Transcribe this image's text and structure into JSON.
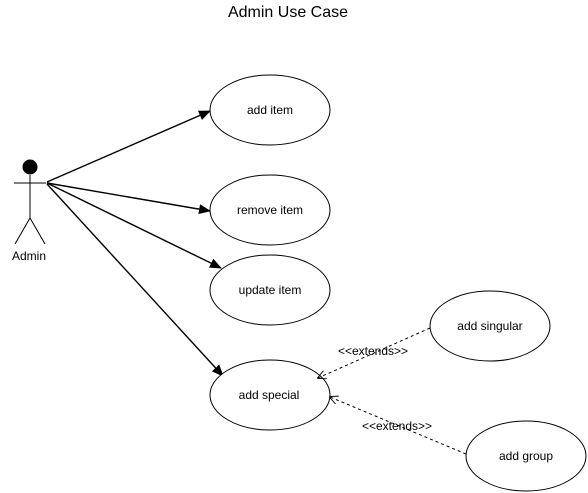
{
  "diagram": {
    "title": "Admin Use Case",
    "actor": {
      "label": "Admin"
    },
    "use_cases": {
      "add_item": "add item",
      "remove_item": "remove item",
      "update_item": "update item",
      "add_special": "add special",
      "add_singular": "add singular",
      "add_group": "add group"
    },
    "relationships": {
      "extends_singular": "<<extends>>",
      "extends_group": "<<extends>>"
    }
  }
}
